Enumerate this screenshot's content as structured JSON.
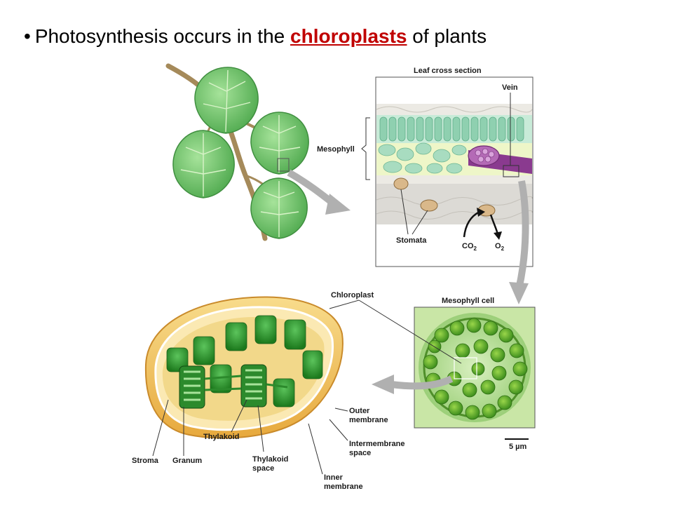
{
  "title": {
    "bullet": "•",
    "text_before": "Photosynthesis  occurs in the ",
    "keyword": "chloroplasts",
    "text_after": " of plants"
  },
  "labels": {
    "leaf_cross_section": "Leaf cross section",
    "vein": "Vein",
    "mesophyll": "Mesophyll",
    "stomata": "Stomata",
    "co2": "CO",
    "co2_sub": "2",
    "o2": "O",
    "o2_sub": "2",
    "chloroplast": "Chloroplast",
    "mesophyll_cell": "Mesophyll cell",
    "outer_membrane_1": "Outer",
    "outer_membrane_2": "membrane",
    "intermembrane_1": "Intermembrane",
    "intermembrane_2": "space",
    "inner_membrane_1": "Inner",
    "inner_membrane_2": "membrane",
    "thylakoid": "Thylakoid",
    "thylakoid_space_1": "Thylakoid",
    "thylakoid_space_2": "space",
    "granum": "Granum",
    "stroma": "Stroma",
    "scale_bar": "5 µm"
  },
  "colors": {
    "keyword": "#c00000",
    "leaf": "#6cc36a",
    "chloroplast_envelope": "#f2c86a",
    "thylakoid": "#2e8b2e",
    "arrow": "#a9a9a9"
  }
}
